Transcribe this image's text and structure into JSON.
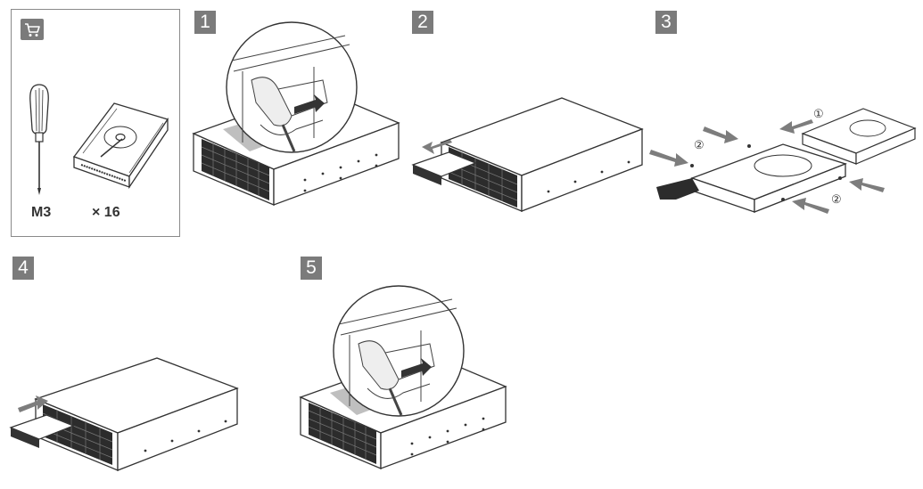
{
  "parts": {
    "cart_icon": "shopping-cart-icon",
    "screwdriver_label": "M3",
    "hdd_quantity": "× 16"
  },
  "steps": [
    {
      "number": "1"
    },
    {
      "number": "2"
    },
    {
      "number": "3"
    },
    {
      "number": "4"
    },
    {
      "number": "5"
    }
  ],
  "step3_callouts": {
    "one": "①",
    "two_left": "②",
    "two_right": "②"
  },
  "colors": {
    "badge": "#7b7b7b",
    "line": "#333333",
    "arrow": "#7d7d7d",
    "drive_bay": "#2c2c2c"
  }
}
